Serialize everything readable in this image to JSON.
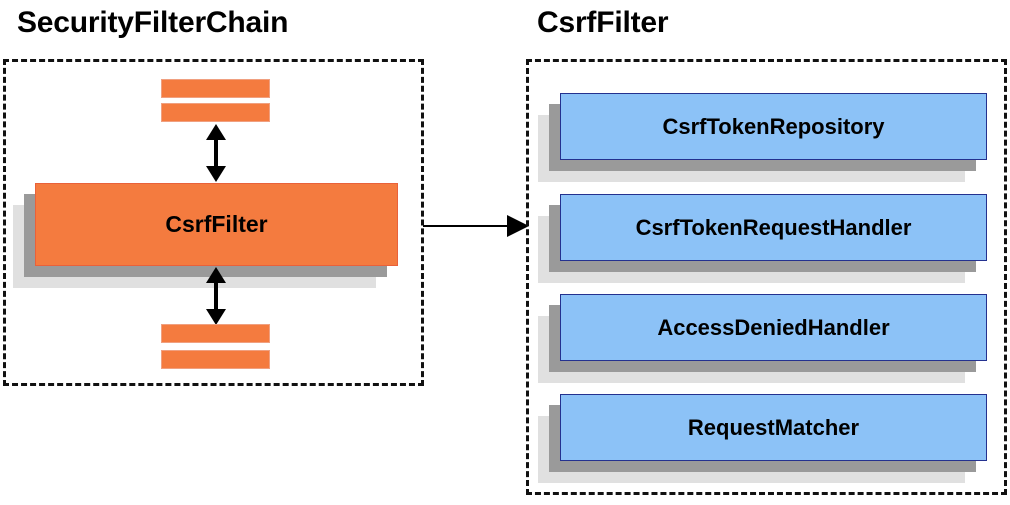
{
  "diagram": {
    "left_panel": {
      "title": "SecurityFilterChain",
      "filter": {
        "label": "CsrfFilter",
        "fill": "#f47b3f",
        "border": "#e9613a"
      },
      "neighbor_bars": [
        {
          "name": "filter-bar-above-1"
        },
        {
          "name": "filter-bar-above-2"
        },
        {
          "name": "filter-bar-below-1"
        },
        {
          "name": "filter-bar-below-2"
        }
      ],
      "connectors": [
        {
          "name": "bidirectional-arrow-up",
          "kind": "double-headed-vertical"
        },
        {
          "name": "bidirectional-arrow-down",
          "kind": "double-headed-vertical"
        }
      ]
    },
    "link_arrow": {
      "name": "chain-to-filter-arrow",
      "kind": "single-headed-horizontal"
    },
    "right_panel": {
      "title": "CsrfFilter",
      "collaborators": [
        {
          "label": "CsrfTokenRepository"
        },
        {
          "label": "CsrfTokenRequestHandler"
        },
        {
          "label": "AccessDeniedHandler"
        },
        {
          "label": "RequestMatcher"
        }
      ],
      "collaborator_fill": "#8cc2f7",
      "collaborator_border": "#24318f",
      "shadow_dark": "#9a9a9a",
      "shadow_light": "#e0e0e0"
    },
    "container_border_color": "#111111",
    "background": "#ffffff"
  }
}
